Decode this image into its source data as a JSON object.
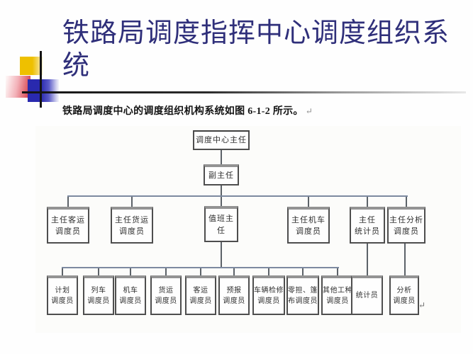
{
  "slide": {
    "title": "铁路局调度指挥中心调度组织系\n统",
    "subtitle": "铁路局调度中心的调度组织机构系统如图 6-1-2 所示。",
    "return_mark": "↵"
  },
  "colors": {
    "title_text": "#2f2f7a",
    "accent_yellow": "#eec000",
    "accent_red": "#d84550",
    "accent_blue": "#2929ae",
    "connector_horizontal": "#7d8aa0",
    "connector_vertical": "#5c6268"
  },
  "org_chart": {
    "figure_return_mark": "↵",
    "root": {
      "id": "dispatch-center-director",
      "label": "调度中心主任"
    },
    "deputy": {
      "id": "deputy-director",
      "label": "副主任"
    },
    "level3": [
      {
        "id": "chief-passenger-dispatcher",
        "label": "主任客运\n调度员"
      },
      {
        "id": "chief-freight-dispatcher",
        "label": "主任货运\n调度员"
      },
      {
        "id": "duty-director",
        "label": "值班主任"
      },
      {
        "id": "chief-locomotive-dispatcher",
        "label": "主任机车\n调度员"
      },
      {
        "id": "chief-statistician",
        "label": "主任\n统计员"
      },
      {
        "id": "chief-analysis-dispatcher",
        "label": "主任分析\n调度员"
      }
    ],
    "level4": [
      {
        "id": "plan-dispatcher",
        "label": "计划\n调度员"
      },
      {
        "id": "train-dispatcher",
        "label": "列车\n调度员"
      },
      {
        "id": "locomotive-dispatcher",
        "label": "机车\n调度员"
      },
      {
        "id": "freight-dispatcher",
        "label": "货运\n调度员"
      },
      {
        "id": "passenger-dispatcher",
        "label": "客运\n调度员"
      },
      {
        "id": "forecast-dispatcher",
        "label": "预报\n调度员"
      },
      {
        "id": "rollingstock-inspection-dispatcher",
        "label": "车辆检修\n调度员"
      },
      {
        "id": "lcl-tarpaulin-dispatcher",
        "label": "零担、篷\n布调度员"
      },
      {
        "id": "other-trades-dispatcher",
        "label": "其他工种\n调度员"
      },
      {
        "id": "statistician",
        "label": "统计员"
      },
      {
        "id": "analysis-dispatcher",
        "label": "分析\n调度员"
      }
    ]
  }
}
